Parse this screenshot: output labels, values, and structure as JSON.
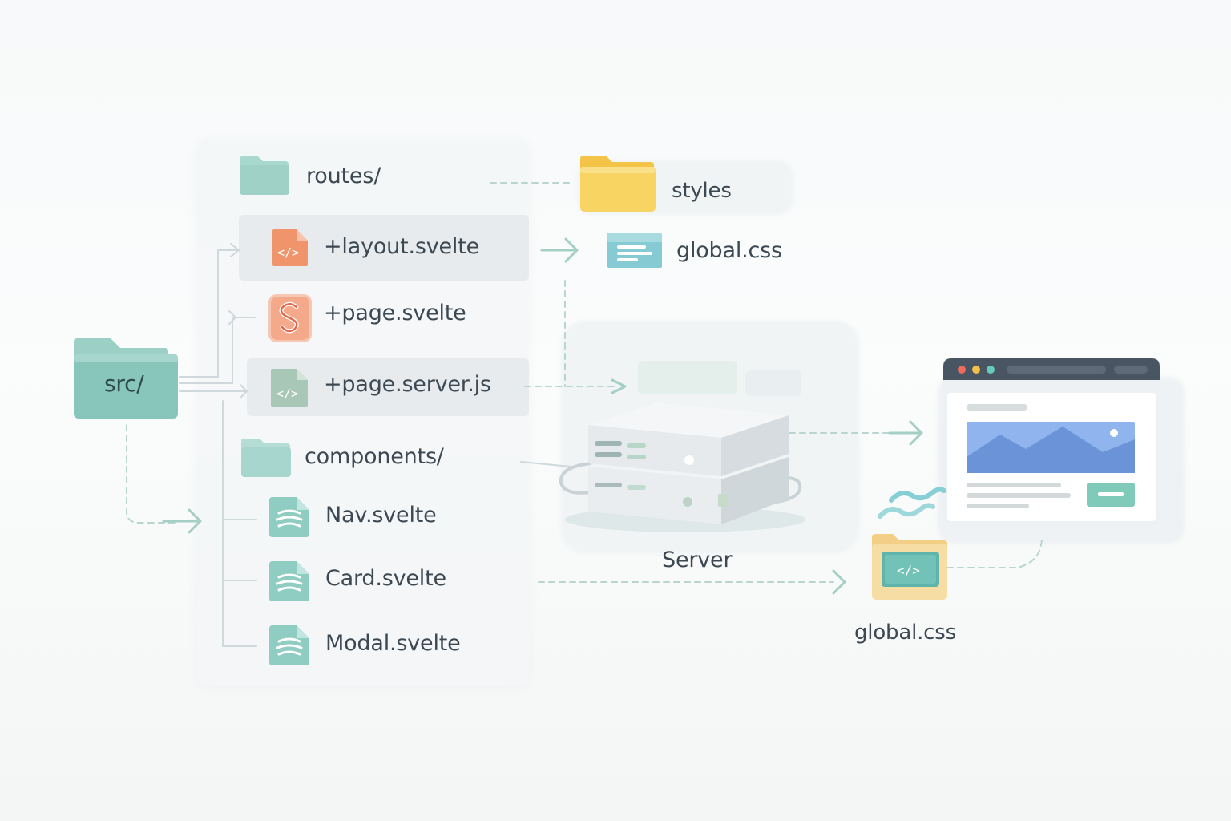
{
  "src": {
    "label": "src/"
  },
  "routes": {
    "label": "routes/",
    "files": [
      {
        "label": "+layout.svelte",
        "icon": "code-file-icon"
      },
      {
        "label": "+page.svelte",
        "icon": "svelte-logo-icon"
      },
      {
        "label": "+page.server.js",
        "icon": "code-file-icon"
      }
    ]
  },
  "components": {
    "label": "components/",
    "files": [
      {
        "label": "Nav.svelte",
        "icon": "svelte-file-icon"
      },
      {
        "label": "Card.svelte",
        "icon": "svelte-file-icon"
      },
      {
        "label": "Modal.svelte",
        "icon": "svelte-file-icon"
      }
    ]
  },
  "styles": {
    "label": "styles",
    "file": "global.css"
  },
  "server": {
    "label": "Server"
  },
  "browser": {
    "icon": "browser-window-icon"
  },
  "output": {
    "label": "global.css",
    "icon": "code-folder-icon"
  },
  "colors": {
    "teal": "#8ccbc1",
    "teal_dark": "#6fb7ad",
    "folder_yellow": "#f7cd52",
    "svelte_orange": "#ef8a62",
    "arrow": "#9fcfc4",
    "browser_bar": "#4a5563",
    "image_blue": "#7ea6e6"
  }
}
